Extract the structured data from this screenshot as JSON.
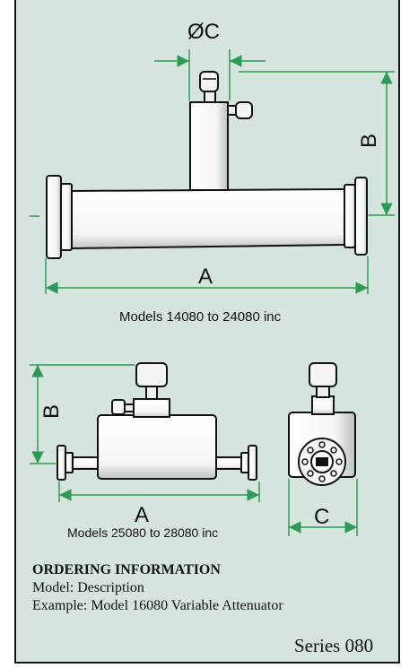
{
  "diagram": {
    "top_view": {
      "dim_diameter": "ØC",
      "dim_height": "B",
      "dim_length": "A",
      "caption": "Models 14080 to 24080 inc"
    },
    "bottom_view": {
      "dim_height": "B",
      "dim_length": "A",
      "caption": "Models 25080 to 28080 inc",
      "dim_side": "C"
    }
  },
  "ordering": {
    "heading": "ORDERING INFORMATION",
    "line1": "Model: Description",
    "line2": "Example: Model 16080 Variable Attenuator"
  },
  "series_label": "Series 080",
  "colors": {
    "panel_bg": "#d5e4dc",
    "dimension_lines": "#2e9a55",
    "outline": "#111111"
  }
}
